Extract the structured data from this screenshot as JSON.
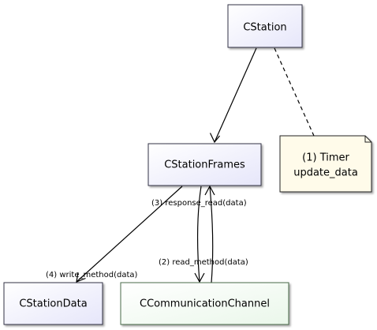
{
  "diagram": {
    "nodes": {
      "cstation": {
        "label": "CStation"
      },
      "cstationframes": {
        "label": "CStationFrames"
      },
      "cstationdata": {
        "label": "CStationData"
      },
      "ccommunicationchannel": {
        "label": "CCommunicationChannel"
      },
      "timer_note": {
        "line1": "(1) Timer",
        "line2": "update_data"
      }
    },
    "edges": {
      "response_read": "(3) response_read(data)",
      "read_method": "(2) read_method(data)",
      "write_method": "(4) write_method(data)"
    },
    "colors": {
      "class_fill_top": "#ffffff",
      "class_fill_bottom": "#e6e6fa",
      "class_border": "#333344",
      "channel_fill_top": "#ffffff",
      "channel_fill_bottom": "#eaf7ea",
      "channel_border": "#4a6a4a",
      "note_fill": "#fffbea",
      "note_border": "#222222"
    }
  }
}
